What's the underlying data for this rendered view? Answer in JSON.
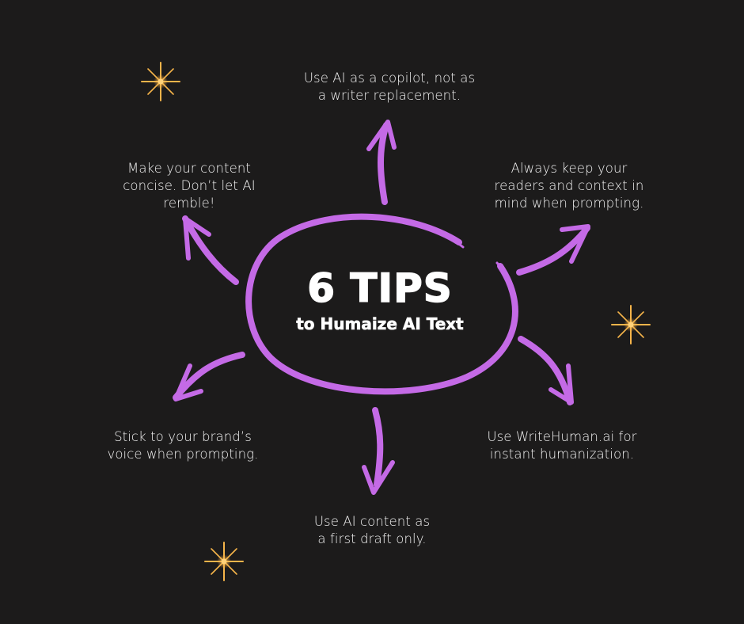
{
  "title": {
    "main": "6 TIPS",
    "subtitle": "to Humaize AI Text"
  },
  "tips": [
    {
      "position": "top",
      "line1": "Use AI as a copilot, not as",
      "line2": "a writer replacement."
    },
    {
      "position": "top-right",
      "line1": "Always keep your",
      "line2": "readers and context in",
      "line3": "mind when prompting."
    },
    {
      "position": "bottom-right",
      "line1": "Use WriteHuman.ai for",
      "line2": "instant humanization."
    },
    {
      "position": "bottom",
      "line1": "Use AI content as",
      "line2": "a first draft only."
    },
    {
      "position": "bottom-left",
      "line1": "Stick to your brand’s",
      "line2": "voice when prompting."
    },
    {
      "position": "top-left",
      "line1": "Make your content",
      "line2": "concise. Don’t let AI",
      "line3": "remble!"
    }
  ],
  "colors": {
    "background": "#1c1b1b",
    "accent_purple": "#c46ae6",
    "sparkle_gold": "#f5b44a",
    "text": "#f2f2f2"
  },
  "decorations": {
    "sparkles": [
      "sparkle-top-left",
      "sparkle-right",
      "sparkle-bottom-left"
    ],
    "arrows": [
      "arrow-up",
      "arrow-up-right",
      "arrow-down-right",
      "arrow-down",
      "arrow-down-left",
      "arrow-up-left"
    ]
  }
}
